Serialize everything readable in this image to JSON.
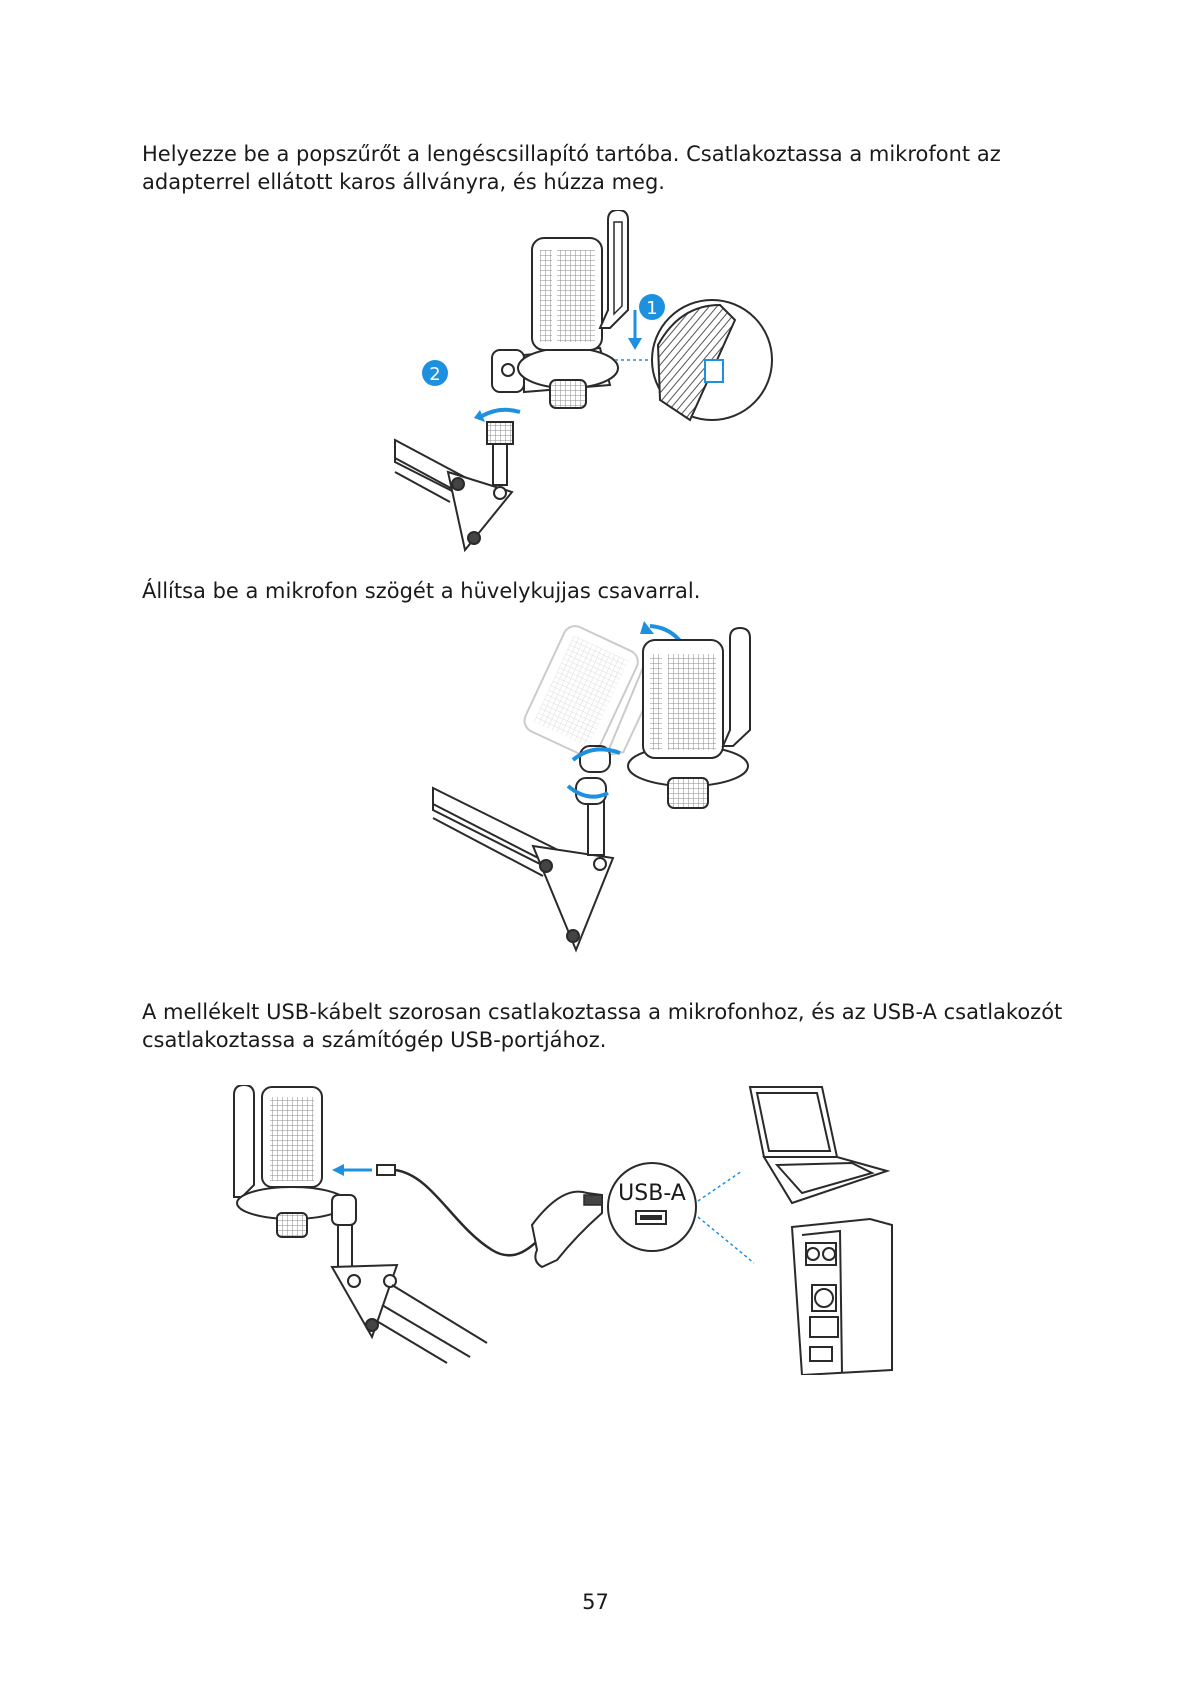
{
  "instructions": [
    "Helyezze be a popszűrőt a lengéscsillapító tartóba. Csatlakoztassa a mikrofont az adapterrel ellátott karos állványra, és húzza meg.",
    "Állítsa be a mikrofon szögét a hüvelykujjas csavarral.",
    "A mellékelt USB-kábelt szorosan csatlakoztassa a mikrofonhoz, és az USB-A csatlakozót csatlakoztassa a számítógép USB-portjához."
  ],
  "figure1": {
    "step_badges": [
      "1",
      "2"
    ]
  },
  "figure3": {
    "port_label": "USB-A"
  },
  "page_number": "57",
  "colors": {
    "accent_blue": "#1e90e0",
    "line": "#2a2a2a",
    "grill": "#9a9a9a"
  }
}
